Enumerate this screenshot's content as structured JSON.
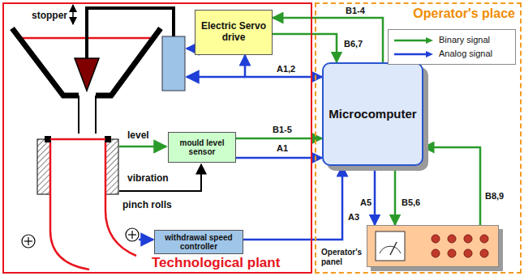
{
  "diagram": {
    "nodes": [
      {
        "text": [
          "Technological plant"
        ]
      },
      {
        "text": [
          "Operator's place"
        ]
      },
      {
        "text": [
          "Electric Servo drive"
        ],
        "in": 0
      },
      {
        "text": [
          "mould level sensor"
        ],
        "in": 0
      },
      {
        "text": [
          "withdrawal speed controller"
        ],
        "in": 0
      },
      {
        "text": [
          "Microcomputer"
        ],
        "in": 1
      },
      {
        "text": [
          "Operator's panel"
        ],
        "in": 1
      }
    ],
    "edges": [
      {
        "from": 5,
        "to": 2,
        "label": "B1-4",
        "arrow": "to"
      },
      {
        "from": 2,
        "to": 5,
        "label": "B6,7",
        "arrow": "to"
      },
      {
        "from": 2,
        "to": 5,
        "label": "A1,2",
        "arrow": "both"
      },
      {
        "from": 3,
        "to": 5,
        "label": "B1-5",
        "arrow": "to"
      },
      {
        "from": 3,
        "to": 5,
        "label": "A1",
        "arrow": "to"
      },
      {
        "from": 4,
        "to": 5,
        "label": "A3",
        "arrow": "to"
      },
      {
        "from": 5,
        "to": 6,
        "label": "A5",
        "arrow": "to"
      },
      {
        "from": 5,
        "to": 6,
        "label": "B5,6",
        "arrow": "to"
      },
      {
        "from": 6,
        "to": 5,
        "label": "B8,9",
        "arrow": "to"
      }
    ],
    "labels": [
      "stopper",
      "level",
      "vibration",
      "pinch rolls"
    ],
    "legend": [
      {
        "text": "Binary signal",
        "color": "#2a9a2a"
      },
      {
        "text": "Analog signal",
        "color": "#1f3fd6"
      }
    ]
  }
}
